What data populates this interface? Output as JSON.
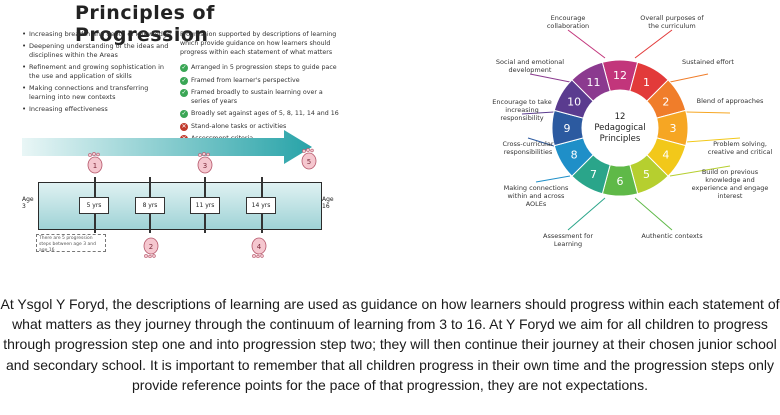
{
  "left": {
    "title": "Principles of Progression",
    "bullets": [
      "Increasing breadth and depth of knowledge",
      "Deepening understanding of the ideas and disciplines within the Areas",
      "Refinement and growing sophistication in the use and application of skills",
      "Making connections and transferring learning into new contexts",
      "Increasing effectiveness"
    ],
    "guidance": "Progression supported by descriptions of learning which provide guidance on how learners should progress within each statement of what matters",
    "guide_items": [
      {
        "text": "Arranged in 5 progression steps to guide pace",
        "mark": "✓",
        "kind": "ok"
      },
      {
        "text": "Framed from learner's perspective",
        "mark": "✓",
        "kind": "ok"
      },
      {
        "text": "Framed broadly to sustain learning over a series of years",
        "mark": "✓",
        "kind": "ok"
      },
      {
        "text": "Broadly set against ages of 5, 8, 11, 14 and 16",
        "mark": "✓",
        "kind": "ok"
      },
      {
        "text": "Stand-alone tasks or activities",
        "mark": "✕",
        "kind": "no"
      },
      {
        "text": "Assessment criteria",
        "mark": "✕",
        "kind": "no"
      }
    ],
    "timeline": {
      "age_start": "Age 3",
      "age_end": "Age 16",
      "steps": [
        "5 yrs",
        "8 yrs",
        "11 yrs",
        "14 yrs"
      ],
      "feet": [
        "1",
        "2",
        "3",
        "4",
        "5"
      ],
      "note": "There are 5 progression steps between age 3 and age 16"
    }
  },
  "right": {
    "center_title": "12 Pedagogical Principles",
    "segment_numbers": [
      "1",
      "2",
      "3",
      "4",
      "5",
      "6",
      "7",
      "8",
      "9",
      "10",
      "11",
      "12"
    ],
    "segment_colors": [
      "#e23a3a",
      "#f07d2a",
      "#f6a623",
      "#f2c81a",
      "#b6cf2f",
      "#5fb948",
      "#2aa58a",
      "#1f8fc8",
      "#2c5aa0",
      "#5a3b8f",
      "#8b3a8f",
      "#c2357b"
    ],
    "principles": [
      "Encourage collaboration",
      "Overall purposes of the curriculum",
      "Social and emotional development",
      "Sustained effort",
      "Encourage to take increasing responsibility",
      "Blend of approaches",
      "Cross-curricular responsibilities",
      "Problem solving, creative and critical",
      "Making connections within and across AOLEs",
      "Build on previous knowledge and experience and engage interest",
      "Assessment for Learning",
      "Authentic contexts"
    ]
  },
  "body_text": "At Ysgol Y Foryd, the descriptions of learning are used as guidance on how learners should progress within each statement of what matters as they journey through the continuum of learning from 3 to 16.  At Y Foryd we aim for all children to progress through progression step one and into progression step two; they will then continue their journey at their chosen junior school and secondary school.  It is important to remember that all children progress in their own time and the progression steps only provide reference points for the pace of that progression, they are not expectations."
}
